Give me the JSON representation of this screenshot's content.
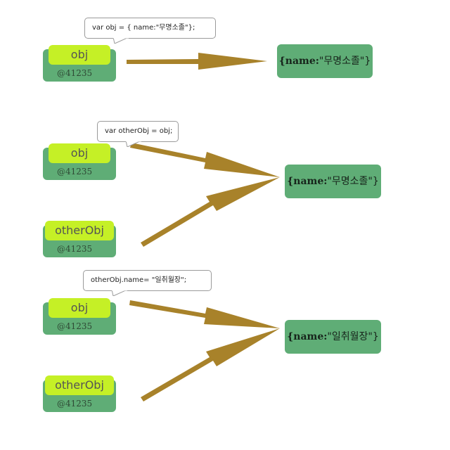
{
  "colors": {
    "variable_box": "#5fad76",
    "variable_label": "#c5f026",
    "object_box": "#5fad76",
    "arrow": "#a8822a"
  },
  "panels": [
    {
      "code": "var obj = { name:\"무명소졸\"};",
      "variables": [
        {
          "name": "obj",
          "address": "@41235"
        }
      ],
      "object": {
        "key": "{name:",
        "value": "\"무명소졸\"}"
      }
    },
    {
      "code": "var otherObj = obj;",
      "variables": [
        {
          "name": "obj",
          "address": "@41235"
        },
        {
          "name": "otherObj",
          "address": "@41235"
        }
      ],
      "object": {
        "key": "{name:",
        "value": "\"무명소졸\"}"
      }
    },
    {
      "code": "otherObj.name= \"일취월장\";",
      "variables": [
        {
          "name": "obj",
          "address": "@41235"
        },
        {
          "name": "otherObj",
          "address": "@41235"
        }
      ],
      "object": {
        "key": "{name:",
        "value": "\"일취월장\"}"
      }
    }
  ]
}
